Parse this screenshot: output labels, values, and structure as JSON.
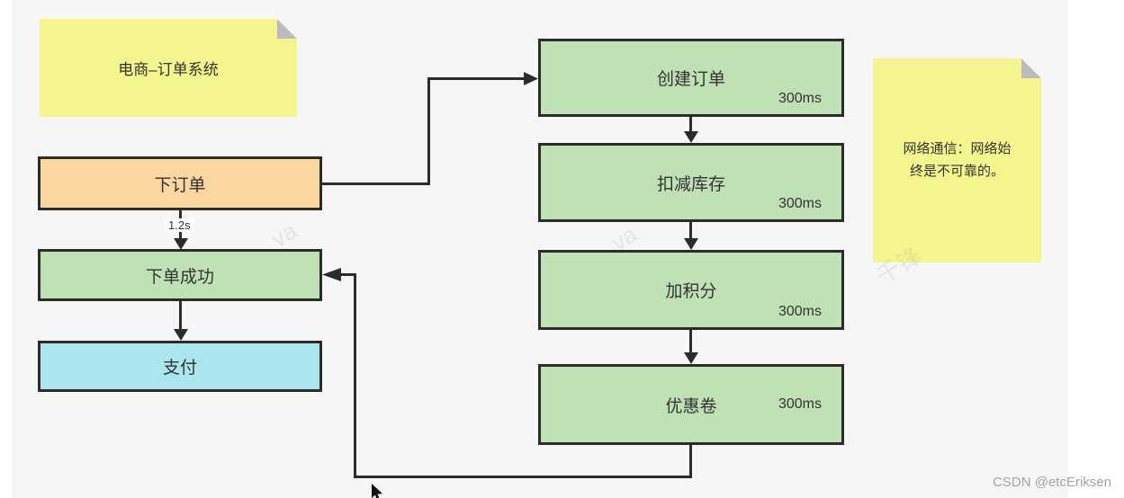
{
  "notes": {
    "left": {
      "text": "电商–订单系统"
    },
    "right": {
      "text": "网络通信：网络始\n终是不可靠的。"
    }
  },
  "flow": {
    "order": {
      "label": "下订单"
    },
    "order_to_success_label": "1.2s",
    "success": {
      "label": "下单成功"
    },
    "pay": {
      "label": "支付"
    },
    "services": [
      {
        "label": "创建订单",
        "duration": "300ms"
      },
      {
        "label": "扣减库存",
        "duration": "300ms"
      },
      {
        "label": "加积分",
        "duration": "300ms"
      },
      {
        "label": "优惠卷",
        "duration": "300ms"
      }
    ]
  },
  "watermarks": {
    "site": "CSDN @etcEriksen",
    "faint": [
      "va",
      "va",
      "千锋"
    ]
  },
  "colors": {
    "canvas_bg": "#f6f6f7",
    "side_bg": "#ffffff",
    "note_fill": "#f5f58f",
    "note_fold": "#bcbcc0",
    "order_fill": "#fcd7a0",
    "success_fill": "#c0e0b5",
    "pay_fill": "#abe5ee",
    "service_fill": "#c0e0b5",
    "border": "#2c2c2c",
    "text": "#333333",
    "watermark": "#a3a3ab"
  }
}
